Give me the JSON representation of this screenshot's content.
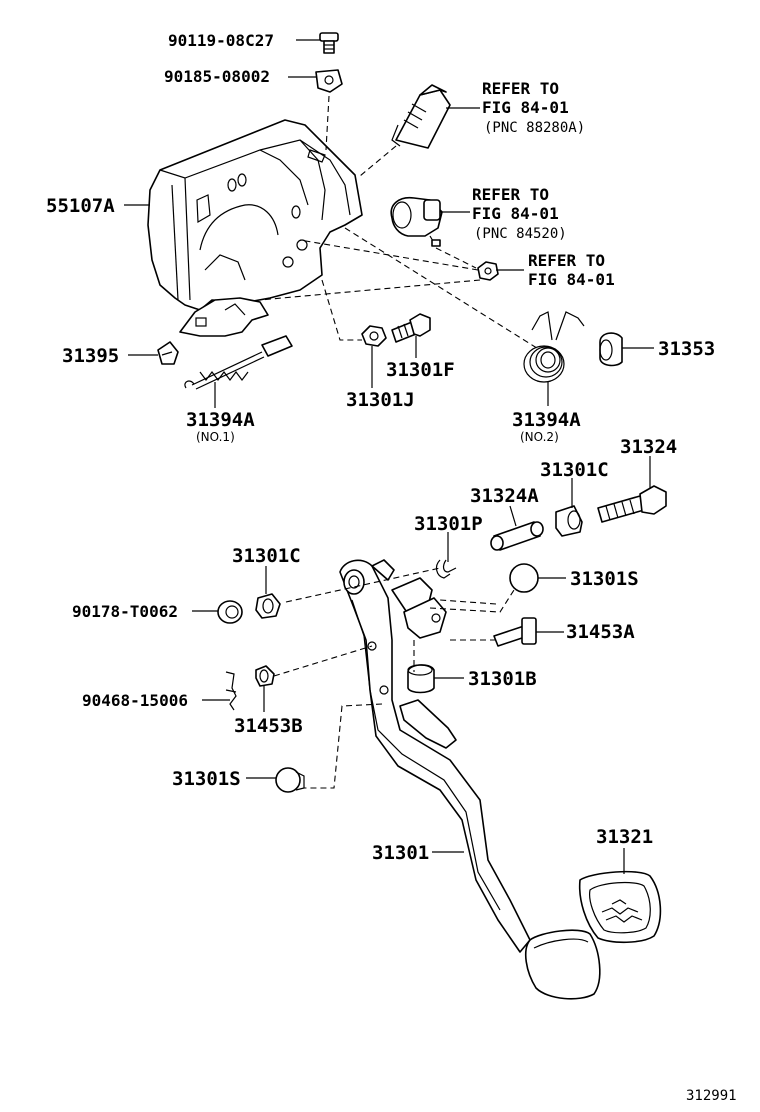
{
  "labels": {
    "p90119": "90119-08C27",
    "p90185": "90185-08002",
    "p55107A": "55107A",
    "refer1_a": "REFER TO",
    "refer1_b": "FIG 84-01",
    "refer1_c": "(PNC 88280A)",
    "refer2_a": "REFER TO",
    "refer2_b": "FIG 84-01",
    "refer2_c": "(PNC 84520)",
    "refer3_a": "REFER TO",
    "refer3_b": "FIG 84-01",
    "p31395": "31395",
    "p31301F": "31301F",
    "p31353": "31353",
    "p31394A_1": "31394A",
    "p31394A_1_note": "(NO.1)",
    "p31301J": "31301J",
    "p31394A_2": "31394A",
    "p31394A_2_note": "(NO.2)",
    "p31324": "31324",
    "p31301C_top": "31301C",
    "p31324A": "31324A",
    "p31301P": "31301P",
    "p31301C_left": "31301C",
    "p31301S_right": "31301S",
    "p90178": "90178-T0062",
    "p31453A": "31453A",
    "p31301B": "31301B",
    "p90468": "90468-15006",
    "p31453B": "31453B",
    "p31301S_left": "31301S",
    "p31301": "31301",
    "p31321": "31321",
    "figure_number": "312991"
  }
}
